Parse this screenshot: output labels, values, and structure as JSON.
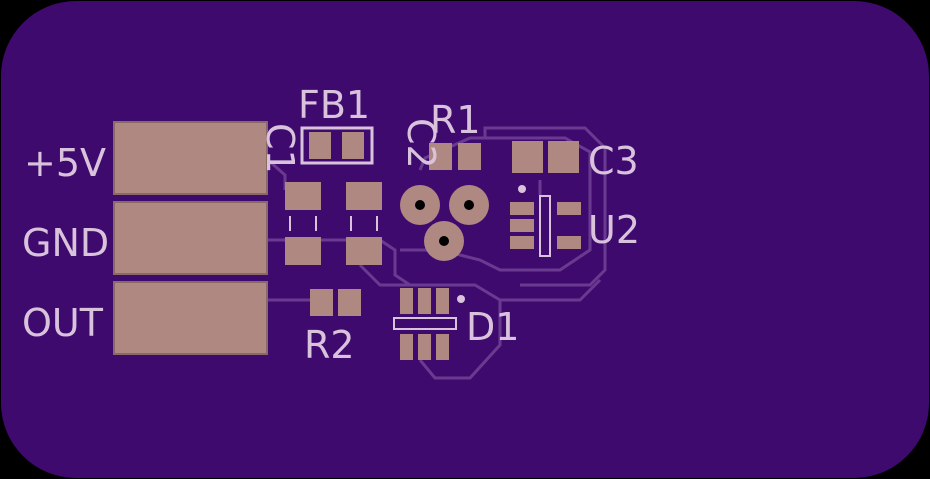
{
  "board": {
    "colors": {
      "background": "#000000",
      "substrate": "#3f0a6e",
      "trace": "#4d1a7a",
      "trace_edge": "#6a3a90",
      "pad": "#b08882",
      "silkscreen": "#d9c3dc",
      "pad_edge": "#8a6a66"
    }
  },
  "labels": {
    "fb1": "FB1",
    "r1": "R1",
    "c1": "C1",
    "c2": "C2",
    "c3": "C3",
    "u2": "U2",
    "r2": "R2",
    "d1": "D1",
    "pin_5v": "+5V",
    "pin_gnd": "GND",
    "pin_out": "OUT"
  }
}
